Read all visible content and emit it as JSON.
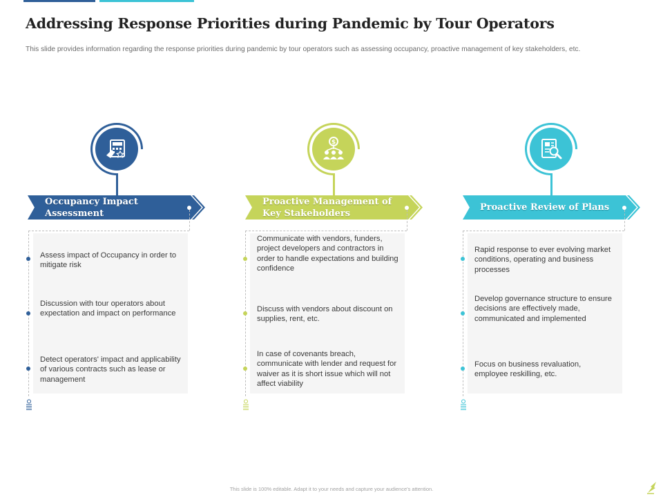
{
  "header": {
    "title": "Addressing Response Priorities during Pandemic by Tour Operators",
    "subtitle": "This slide provides information regarding the response priorities during pandemic by tour operators such as assessing occupancy, proactive management of key stakeholders, etc."
  },
  "columns": [
    {
      "title": "Occupancy Impact Assessment",
      "icon": "calculator-icon",
      "color": "#2f5f99",
      "items": [
        "Assess impact of Occupancy in order to mitigate risk",
        "Discussion with tour operators about expectation and impact on performance",
        "Detect operators' impact and applicability of various contracts such as lease or management"
      ]
    },
    {
      "title": "Proactive Management of Key Stakeholders",
      "icon": "stakeholders-dollar-icon",
      "color": "#c5d45a",
      "items": [
        "Communicate with vendors, funders, project developers and contractors in order to handle expectations and building confidence",
        "Discuss with vendors about discount on supplies, rent, etc.",
        "In case of covenants breach, communicate with lender and request for waiver as it is short issue which will not affect viability"
      ]
    },
    {
      "title": "Proactive Review of Plans",
      "icon": "document-search-icon",
      "color": "#3cc3d6",
      "items": [
        "Rapid response to ever evolving market conditions, operating and business processes",
        "Develop governance structure to ensure decisions are effectively made, communicated and implemented",
        "Focus on business revaluation, employee reskilling, etc."
      ]
    }
  ],
  "footer": {
    "note": "This slide is 100% editable. Adapt it to your needs and capture your audience's attention."
  }
}
